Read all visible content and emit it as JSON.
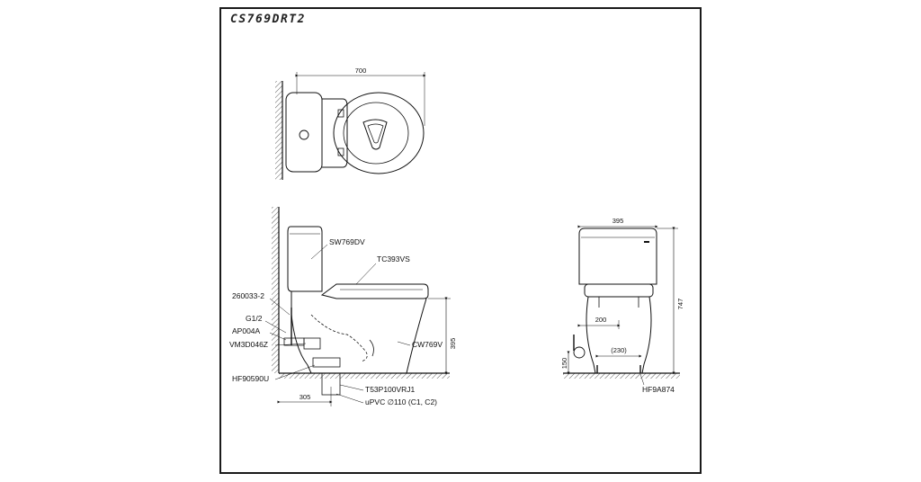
{
  "model": "CS769DRT2",
  "dimensions": {
    "top_width": "700",
    "front_width": "395",
    "seat_height": "395",
    "total_height": "747",
    "rough_in": "305",
    "supply_offset": "200",
    "supply_height": "150",
    "foot_spacing": "(230)"
  },
  "parts": {
    "tank": "SW769DV",
    "seat": "TC393VS",
    "bowl": "CW769V",
    "flush_pipe": "260033-2",
    "thread": "G1/2",
    "angle_valve": "AP004A",
    "hose": "VM3D046Z",
    "floor_flange": "HF90590U",
    "outlet": "T53P100VRJ1",
    "pipe": "uPVC ∅1 10 (C1, C2)",
    "front_fixing": "HF9A874"
  }
}
